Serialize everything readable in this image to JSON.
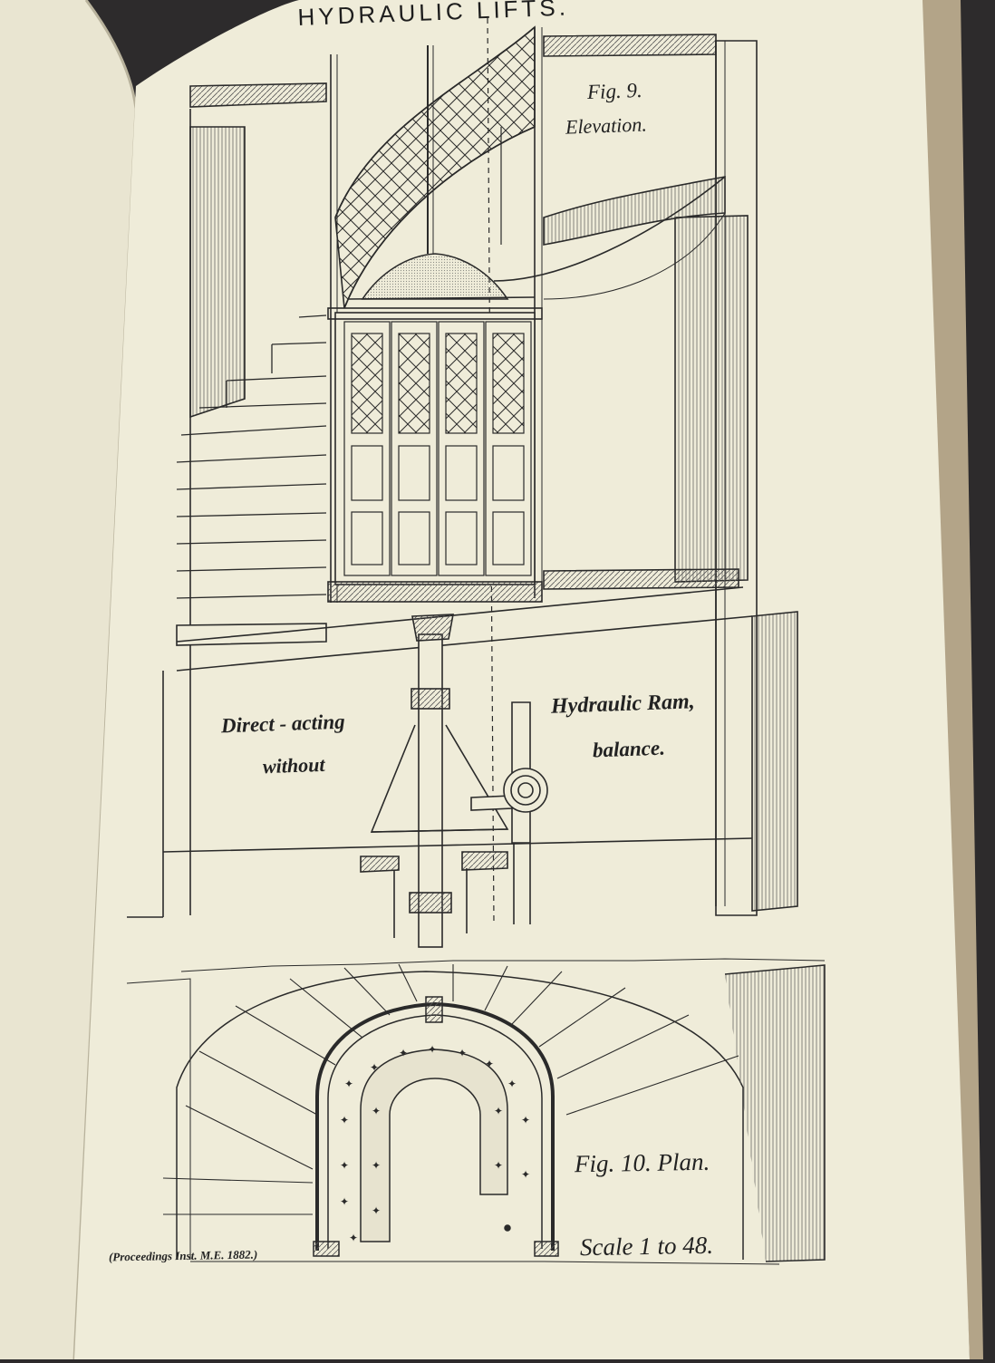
{
  "page": {
    "title": "HYDRAULIC LIFTS.",
    "fig9_caption": "Fig. 9.",
    "fig9_subtitle": "Elevation.",
    "label_direct_acting": "Direct - acting",
    "label_without": "without",
    "label_hydraulic_ram": "Hydraulic Ram,",
    "label_balance": "balance.",
    "fig10_caption": "Fig. 10. Plan.",
    "scale_text": "Scale 1 to 48.",
    "source_note": "(Proceedings Inst. M.E. 1882.)"
  },
  "colors": {
    "background": "#2d2b2c",
    "paper": "#efecd9",
    "ink": "#2a2a2a",
    "left_page": "#e9e5d1",
    "board_edge": "#b3a488"
  }
}
